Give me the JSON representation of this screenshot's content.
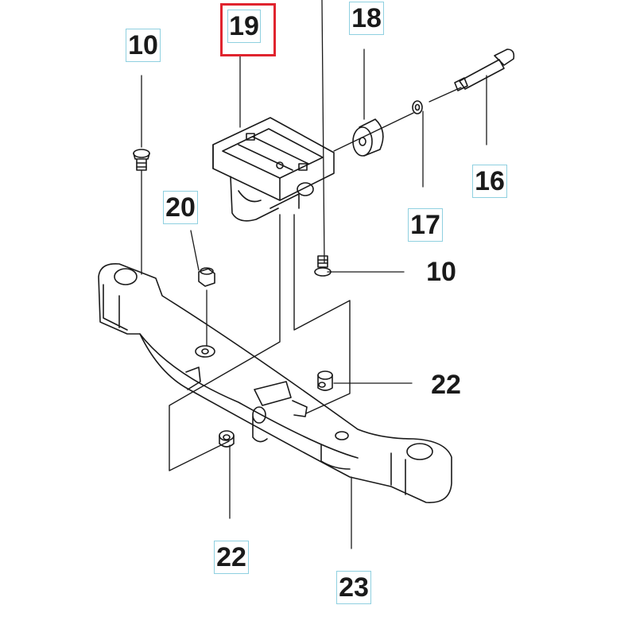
{
  "labels": {
    "l10a": "10",
    "l19": "19",
    "l18": "18",
    "l16": "16",
    "l17": "17",
    "l10b": "10",
    "l20": "20",
    "l22a": "22",
    "l22b": "22",
    "l23": "23"
  },
  "highlight_label": "19",
  "colors": {
    "line": "#1a1a1a",
    "label_box": "#8fd0e0",
    "highlight": "#e0242e"
  }
}
